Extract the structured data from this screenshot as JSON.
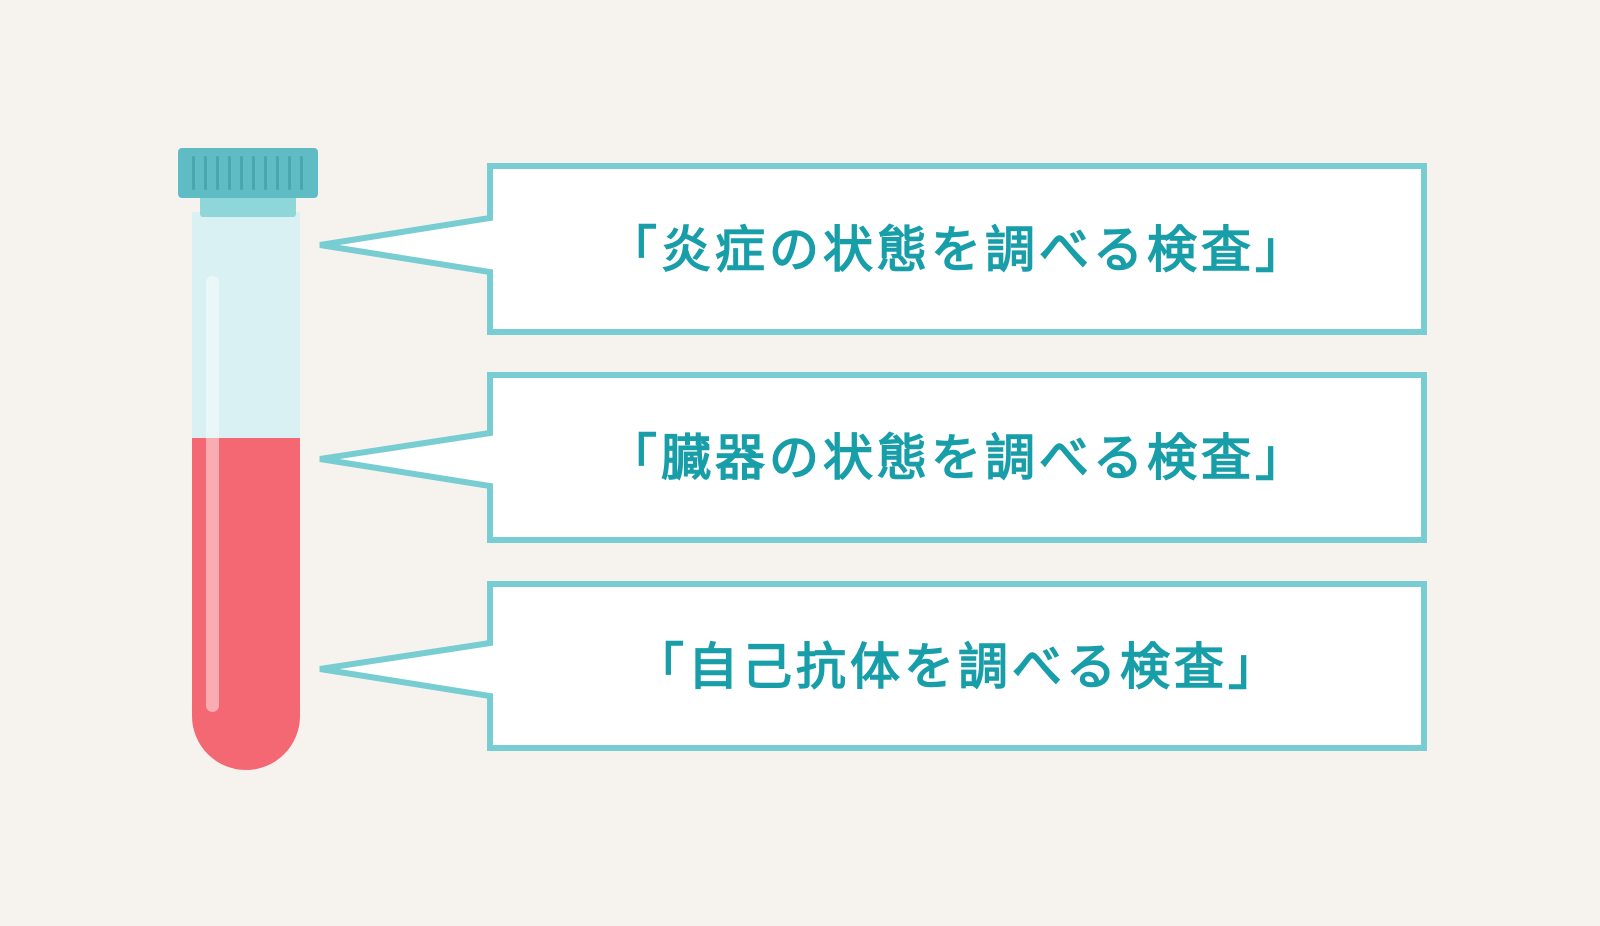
{
  "colors": {
    "background": "#f6f3ee",
    "accent": "#77cdd1",
    "cap": "#5fbcc4",
    "cap_stripe": "#4aa6ae",
    "cap_base": "#8fd6d9",
    "tube_upper": "#d9f1f2",
    "tube_blood": "#f46873",
    "highlight": "#ffffff",
    "label_text": "#179ea8",
    "label_fill": "#ffffff"
  },
  "callouts": [
    {
      "label": "「炎症の状態を調べる検査」"
    },
    {
      "label": "「臓器の状態を調べる検査」"
    },
    {
      "label": "「自己抗体を調べる検査」"
    }
  ]
}
